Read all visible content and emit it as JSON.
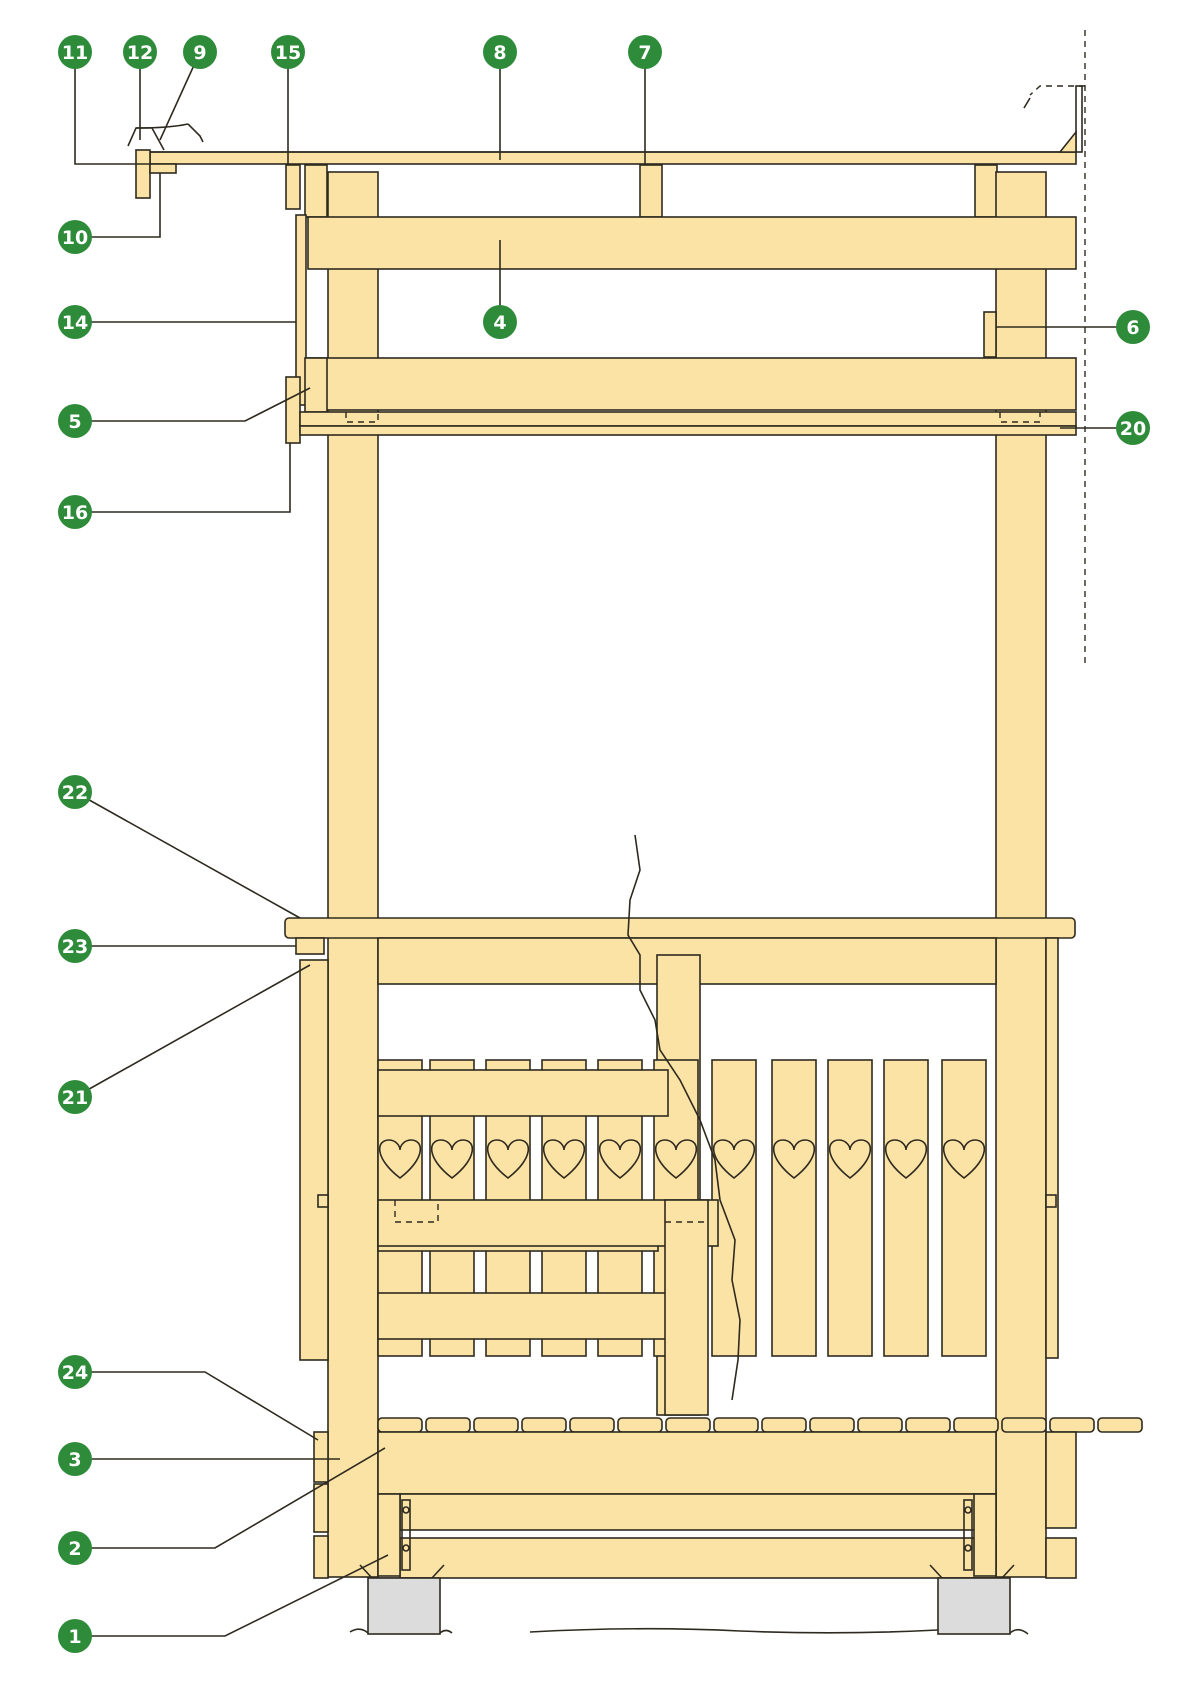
{
  "colors": {
    "wood": "#fbe3a6",
    "outline": "#2e2a1f",
    "badge": "#2e8b3a",
    "concrete": "#dcdcdc"
  },
  "callouts": [
    {
      "id": "c11",
      "label": "11"
    },
    {
      "id": "c12",
      "label": "12"
    },
    {
      "id": "c9",
      "label": "9"
    },
    {
      "id": "c15",
      "label": "15"
    },
    {
      "id": "c8",
      "label": "8"
    },
    {
      "id": "c7",
      "label": "7"
    },
    {
      "id": "c10",
      "label": "10"
    },
    {
      "id": "c14",
      "label": "14"
    },
    {
      "id": "c4",
      "label": "4"
    },
    {
      "id": "c6",
      "label": "6"
    },
    {
      "id": "c5",
      "label": "5"
    },
    {
      "id": "c20",
      "label": "20"
    },
    {
      "id": "c16",
      "label": "16"
    },
    {
      "id": "c22",
      "label": "22"
    },
    {
      "id": "c23",
      "label": "23"
    },
    {
      "id": "c21",
      "label": "21"
    },
    {
      "id": "c24",
      "label": "24"
    },
    {
      "id": "c3",
      "label": "3"
    },
    {
      "id": "c2",
      "label": "2"
    },
    {
      "id": "c1",
      "label": "1"
    }
  ]
}
